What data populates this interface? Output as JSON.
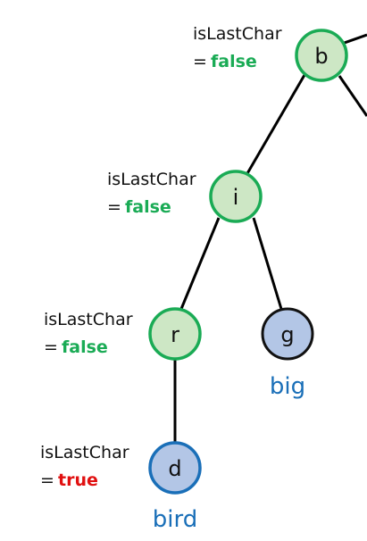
{
  "colors": {
    "green_stroke": "#1aab55",
    "green_fill": "#cde7c5",
    "blue_stroke": "#1a6fb8",
    "blue_fill": "#b3c6e6",
    "false_text": "#1aab55",
    "true_text": "#e11010",
    "word_text": "#1a6fb8",
    "edge": "#000000"
  },
  "nodes": {
    "b": {
      "label": "b",
      "annotation": {
        "key": "isLastChar",
        "eq": "=",
        "value": "false"
      }
    },
    "i": {
      "label": "i",
      "annotation": {
        "key": "isLastChar",
        "eq": "=",
        "value": "false"
      }
    },
    "r": {
      "label": "r",
      "annotation": {
        "key": "isLastChar",
        "eq": "=",
        "value": "false"
      }
    },
    "g": {
      "label": "g",
      "word": "big"
    },
    "d": {
      "label": "d",
      "annotation": {
        "key": "isLastChar",
        "eq": "=",
        "value": "true"
      },
      "word": "bird"
    }
  }
}
